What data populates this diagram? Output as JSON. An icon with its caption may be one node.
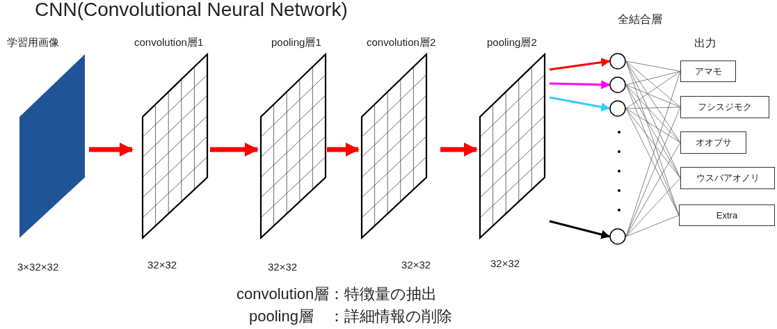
{
  "diagram": {
    "title": "CNN(Convolutional Neural Network)",
    "nodes": [
      {
        "text": [
          "学習用画像"
        ],
        "beside": [
          "3×32×32"
        ]
      },
      {
        "text": [
          "convolution層1"
        ],
        "beside": [
          "32×32"
        ]
      },
      {
        "text": [
          "pooling層1"
        ],
        "beside": [
          "32×32"
        ]
      },
      {
        "text": [
          "convolution層2"
        ],
        "beside": [
          "32×32"
        ]
      },
      {
        "text": [
          "pooling層2"
        ],
        "beside": [
          "32×32"
        ]
      },
      {
        "text": [],
        "shape": "circle"
      },
      {
        "text": [],
        "shape": "circle"
      },
      {
        "text": [],
        "shape": "circle"
      },
      {
        "text": [],
        "shape": "circle"
      },
      {
        "text": [
          "アマモ"
        ]
      },
      {
        "text": [
          "フシスジモク"
        ]
      },
      {
        "text": [
          "オオブサ"
        ]
      },
      {
        "text": [
          "ウスバアオノリ"
        ]
      },
      {
        "text": [
          "Extra"
        ]
      }
    ],
    "edges": [
      {
        "from": 0,
        "to": 1,
        "arrow": "to",
        "style": "thick",
        "color": "#ff0000"
      },
      {
        "from": 1,
        "to": 2,
        "arrow": "to",
        "style": "thick",
        "color": "#ff0000"
      },
      {
        "from": 2,
        "to": 3,
        "arrow": "to",
        "style": "thick",
        "color": "#ff0000"
      },
      {
        "from": 3,
        "to": 4,
        "arrow": "to",
        "style": "thick",
        "color": "#ff0000"
      },
      {
        "from": 4,
        "to": 5,
        "arrow": "to",
        "style": "thick",
        "color": "#ff0000"
      },
      {
        "from": 4,
        "to": 6,
        "arrow": "to",
        "style": "thick",
        "color": "#ff00ff"
      },
      {
        "from": 4,
        "to": 7,
        "arrow": "to",
        "style": "thick",
        "color": "#33ccff"
      },
      {
        "from": 4,
        "to": 8,
        "arrow": "to",
        "style": "thick",
        "color": "#000000"
      },
      {
        "from": 5,
        "to": 9,
        "arrow": "none"
      },
      {
        "from": 5,
        "to": 10,
        "arrow": "none"
      },
      {
        "from": 5,
        "to": 11,
        "arrow": "none"
      },
      {
        "from": 5,
        "to": 12,
        "arrow": "none"
      },
      {
        "from": 5,
        "to": 13,
        "arrow": "none"
      },
      {
        "from": 6,
        "to": 9,
        "arrow": "none"
      },
      {
        "from": 6,
        "to": 10,
        "arrow": "none"
      },
      {
        "from": 6,
        "to": 11,
        "arrow": "none"
      },
      {
        "from": 6,
        "to": 12,
        "arrow": "none"
      },
      {
        "from": 6,
        "to": 13,
        "arrow": "none"
      },
      {
        "from": 7,
        "to": 9,
        "arrow": "none"
      },
      {
        "from": 7,
        "to": 10,
        "arrow": "none"
      },
      {
        "from": 7,
        "to": 11,
        "arrow": "none"
      },
      {
        "from": 7,
        "to": 12,
        "arrow": "none"
      },
      {
        "from": 7,
        "to": 13,
        "arrow": "none"
      },
      {
        "from": 8,
        "to": 9,
        "arrow": "none"
      },
      {
        "from": 8,
        "to": 10,
        "arrow": "none"
      },
      {
        "from": 8,
        "to": 11,
        "arrow": "none"
      },
      {
        "from": 8,
        "to": 12,
        "arrow": "none"
      },
      {
        "from": 8,
        "to": 13,
        "arrow": "none"
      }
    ],
    "labels": [
      "全結合層",
      "出力",
      "convolution層：特徴量の抽出",
      "pooling層　：詳細情報の削除"
    ]
  }
}
